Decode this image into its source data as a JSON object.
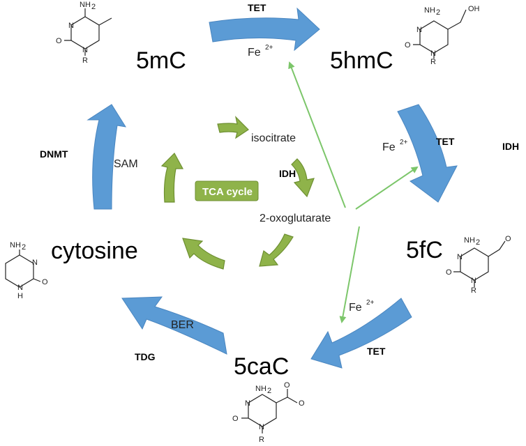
{
  "nodes": {
    "5mC": "5mC",
    "5hmC": "5hmC",
    "5fC": "5fC",
    "5caC": "5caC",
    "cytosine": "cytosine"
  },
  "enzymes": {
    "tet_top": "TET",
    "tet_right": "TET",
    "tet_bottom": "TET",
    "dnmt": "DNMT",
    "tdg": "TDG",
    "idh_center": "IDH",
    "idh_right": "IDH"
  },
  "cofactors": {
    "fe_top": "Fe",
    "fe_right": "Fe",
    "fe_bottom": "Fe",
    "fe_charge": "2+",
    "sam": "SAM",
    "ber": "BER"
  },
  "tca": {
    "box_label": "TCA cycle",
    "isocitrate": "isocitrate",
    "oxoglutarate": "2-oxoglutarate"
  },
  "chem": {
    "nh2": "NH",
    "sub2": "2",
    "n": "N",
    "o": "O",
    "r": "R",
    "h": "H",
    "oh": "OH",
    "o_minus": "O"
  },
  "colors": {
    "arrow_blue": "#5b9bd5",
    "tca_green": "#8fb34a",
    "line_green": "#7cc66a"
  }
}
